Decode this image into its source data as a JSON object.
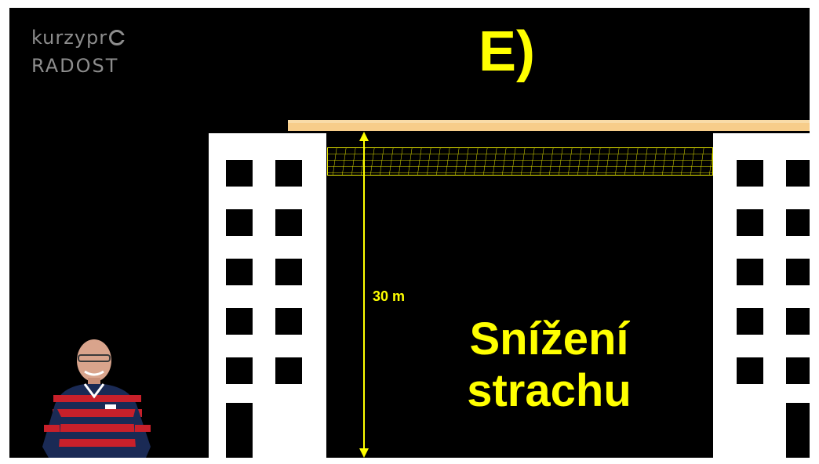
{
  "logo": {
    "brand_prefix": "kurzypr",
    "subtitle": "RADOST"
  },
  "slide": {
    "title": "E)",
    "measurement_label": "30 m",
    "caption_line1": "Snížení",
    "caption_line2": "strachu"
  },
  "colors": {
    "background": "#000000",
    "accent_yellow": "#ffff00",
    "roof": "#f7cd8a",
    "building": "#ffffff",
    "logo_gray": "#8d8d8d"
  },
  "icons": [
    "kurzypro-logo-icon",
    "safety-net-icon",
    "height-arrow-icon",
    "presenter-image"
  ]
}
